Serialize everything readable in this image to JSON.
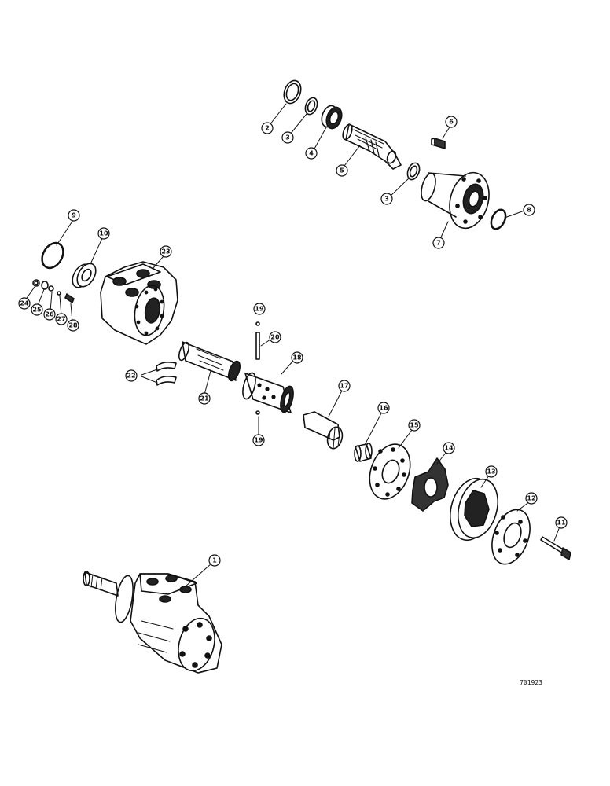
{
  "diagram": {
    "reference_code": "701923",
    "callouts": [
      {
        "id": "c2",
        "number": "2"
      },
      {
        "id": "c3a",
        "number": "3"
      },
      {
        "id": "c4",
        "number": "4"
      },
      {
        "id": "c5",
        "number": "5"
      },
      {
        "id": "c6",
        "number": "6"
      },
      {
        "id": "c3b",
        "number": "3"
      },
      {
        "id": "c7",
        "number": "7"
      },
      {
        "id": "c8",
        "number": "8"
      },
      {
        "id": "c9",
        "number": "9"
      },
      {
        "id": "c10",
        "number": "10"
      },
      {
        "id": "c23",
        "number": "23"
      },
      {
        "id": "c24",
        "number": "24"
      },
      {
        "id": "c25",
        "number": "25"
      },
      {
        "id": "c26",
        "number": "26"
      },
      {
        "id": "c27",
        "number": "27"
      },
      {
        "id": "c28",
        "number": "28"
      },
      {
        "id": "c19a",
        "number": "19"
      },
      {
        "id": "c20",
        "number": "20"
      },
      {
        "id": "c18",
        "number": "18"
      },
      {
        "id": "c22",
        "number": "22"
      },
      {
        "id": "c21",
        "number": "21"
      },
      {
        "id": "c19b",
        "number": "19"
      },
      {
        "id": "c17",
        "number": "17"
      },
      {
        "id": "c16",
        "number": "16"
      },
      {
        "id": "c15",
        "number": "15"
      },
      {
        "id": "c14",
        "number": "14"
      },
      {
        "id": "c13",
        "number": "13"
      },
      {
        "id": "c12",
        "number": "12"
      },
      {
        "id": "c11",
        "number": "11"
      },
      {
        "id": "c1",
        "number": "1"
      }
    ]
  }
}
